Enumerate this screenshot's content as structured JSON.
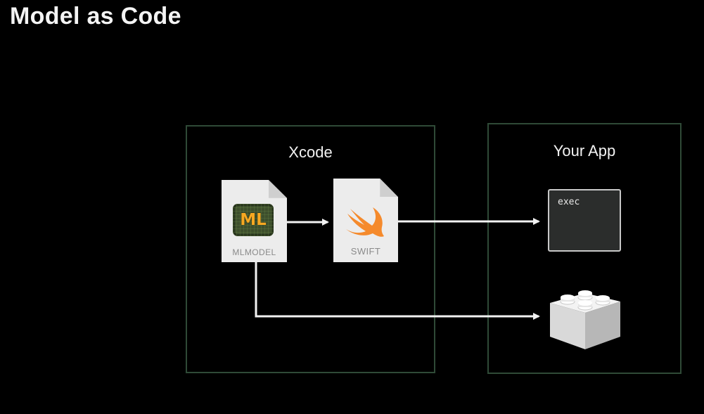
{
  "title": "Model as Code",
  "xcode": {
    "label": "Xcode",
    "mlmodel": {
      "badge": "ML",
      "caption": "MLMODEL"
    },
    "swift": {
      "caption": "SWIFT"
    }
  },
  "app": {
    "label": "Your App",
    "exec_label": "exec"
  },
  "icons": {
    "mlmodel": "mlmodel-file-icon",
    "swift": "swift-file-icon",
    "exec": "terminal-window-icon",
    "library": "lego-brick-icon"
  },
  "colors": {
    "background": "#000000",
    "box_border": "#2f4a37",
    "ml_badge_text": "#f6a821",
    "swift_orange": "#f58a2c",
    "arrow": "#f2f2f2"
  }
}
